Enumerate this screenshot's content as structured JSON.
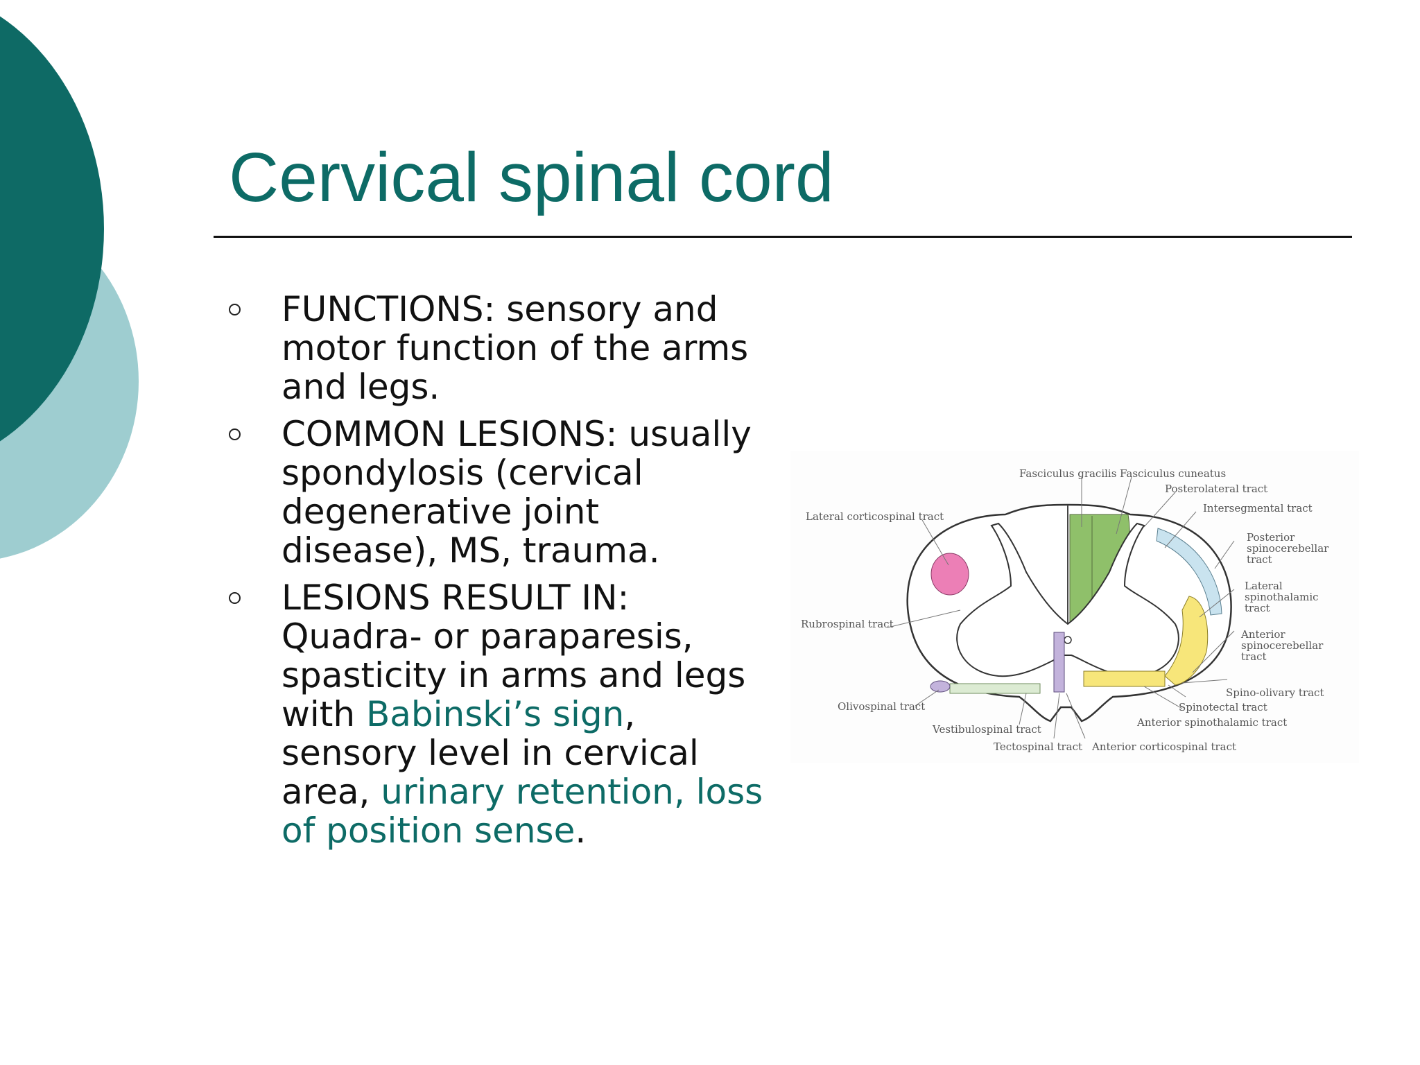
{
  "slide": {
    "title": "Cervical spinal cord",
    "bullets": [
      {
        "segments": [
          {
            "text": "FUNCTIONS: sensory and motor function of the arms and legs.",
            "style": "normal"
          }
        ]
      },
      {
        "segments": [
          {
            "text": "COMMON LESIONS: usually spondylosis (cervical degenerative joint disease), MS, trauma.",
            "style": "normal"
          }
        ]
      },
      {
        "segments": [
          {
            "text": "LESIONS RESULT IN: Quadra- or paraparesis, spasticity in arms and legs with ",
            "style": "normal"
          },
          {
            "text": "Babinski’s sign",
            "style": "accent"
          },
          {
            "text": ", sensory level in cervical area, ",
            "style": "normal"
          },
          {
            "text": "urinary retention, loss of position sense",
            "style": "accent"
          },
          {
            "text": ".",
            "style": "normal"
          }
        ]
      }
    ]
  },
  "diagram": {
    "labels": {
      "fasciculus_gracilis": "Fasciculus gracilis",
      "fasciculus_cuneatus": "Fasciculus cuneatus",
      "posterolateral": "Posterolateral tract",
      "intersegmental": "Intersegmental tract",
      "lateral_corticospinal": "Lateral corticospinal tract",
      "posterior_spinocerebellar_1": "Posterior",
      "posterior_spinocerebellar_2": "spinocerebellar",
      "posterior_spinocerebellar_3": "tract",
      "lateral_spinothalamic_1": "Lateral",
      "lateral_spinothalamic_2": "spinothalamic",
      "lateral_spinothalamic_3": "tract",
      "rubrospinal": "Rubrospinal tract",
      "anterior_spinocerebellar_1": "Anterior",
      "anterior_spinocerebellar_2": "spinocerebellar",
      "anterior_spinocerebellar_3": "tract",
      "spino_olivary": "Spino-olivary tract",
      "olivospinal": "Olivospinal tract",
      "spinotectal": "Spinotectal tract",
      "anterior_spinothalamic": "Anterior spinothalamic tract",
      "vestibulospinal": "Vestibulospinal tract",
      "tectospinal": "Tectospinal tract",
      "anterior_corticospinal": "Anterior corticospinal tract"
    },
    "colors": {
      "dorsal_columns": "#8fc06a",
      "lateral_corticospinal": "#ec7fb6",
      "posterior_spinocerebellar": "#c9e3ef",
      "spinothalamic": "#f7e67a",
      "anterior_corticospinal": "#c3b3dc",
      "vestibulospinal": "#dcebd3"
    }
  }
}
